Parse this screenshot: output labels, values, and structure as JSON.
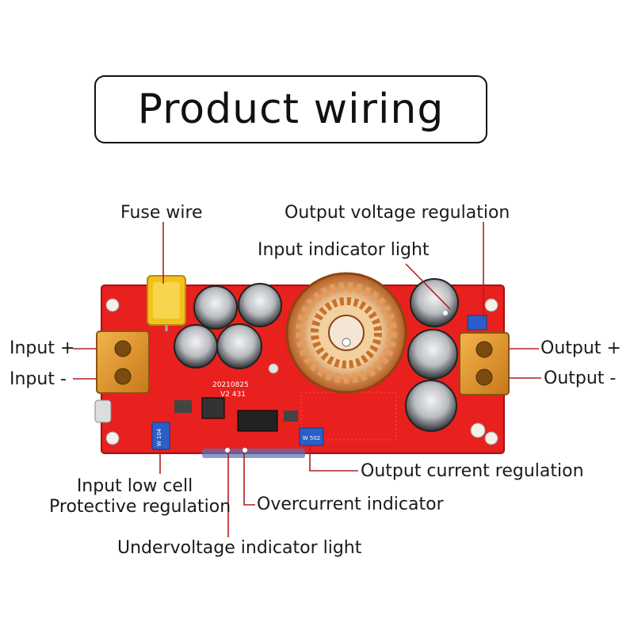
{
  "title": "Product wiring",
  "labels": {
    "fuse_wire": "Fuse wire",
    "output_voltage_regulation": "Output voltage regulation",
    "input_indicator_light": "Input indicator light",
    "input_plus": "Input +",
    "input_minus": "Input -",
    "output_plus": "Output +",
    "output_minus": "Output -",
    "input_low_cell_line1": "Input low cell",
    "input_low_cell_line2": "Protective regulation",
    "output_current_regulation": "Output current regulation",
    "overcurrent_indicator": "Overcurrent indicator",
    "undervoltage_indicator_light": "Undervoltage indicator light"
  },
  "board_markings": {
    "date_code": "20210825",
    "version": "V2 431",
    "pot_left": "W 104",
    "pot_right": "W 502"
  },
  "colors": {
    "board_red": "#e8201e",
    "leader_line": "#b41e1e",
    "terminal_orange": "#e89a2a",
    "coil_copper": "#c8702c",
    "fuse_yellow": "#f2c21a",
    "pot_blue": "#2a5fc8"
  }
}
